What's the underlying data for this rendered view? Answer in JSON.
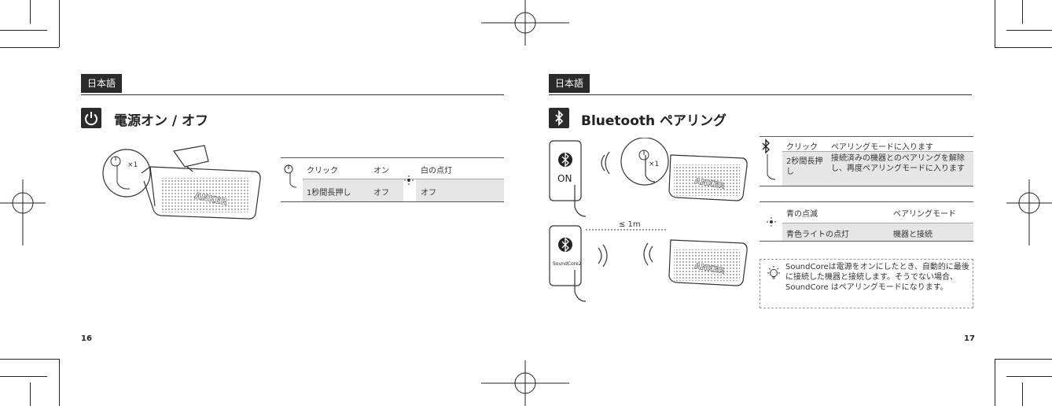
{
  "left_page": {
    "lang_label": "日本語",
    "section_title": "電源オン / オフ",
    "illustration": {
      "tap_count": "×1",
      "brand": "ANKER"
    },
    "table": {
      "row1": {
        "action": "クリック",
        "result": "オン",
        "light": "白の点灯"
      },
      "row2": {
        "action": "1秒間長押し",
        "result": "オフ",
        "light": "オフ"
      }
    },
    "page_number": "16"
  },
  "right_page": {
    "lang_label": "日本語",
    "section_title": "Bluetooth ペアリング",
    "illustration": {
      "phone_on_label": "ON",
      "phone_app_label": "SoundCore2",
      "tap_count": "×1",
      "distance_label": "≤ 1m",
      "brand": "ANKER"
    },
    "table1": {
      "row1": {
        "action": "クリック",
        "result": "ペアリングモードに入ります"
      },
      "row2": {
        "action": "2秒間長押し",
        "result": "接続済みの機器とのペアリングを解除し、再度ペアリングモードに入ります"
      }
    },
    "table2": {
      "row1": {
        "light": "青の点滅",
        "state": "ペアリングモード"
      },
      "row2": {
        "light": "青色ライトの点灯",
        "state": "機器と接続"
      }
    },
    "note": "SoundCoreは電源をオンにしたとき、自動的に最後に接続した機器と接続します。そうでない場合、SoundCore はペアリングモードになります。",
    "page_number": "17"
  },
  "icons": {
    "power": "power-icon",
    "bluetooth": "bluetooth-icon",
    "light": "light-icon",
    "tip": "lightbulb-icon"
  }
}
